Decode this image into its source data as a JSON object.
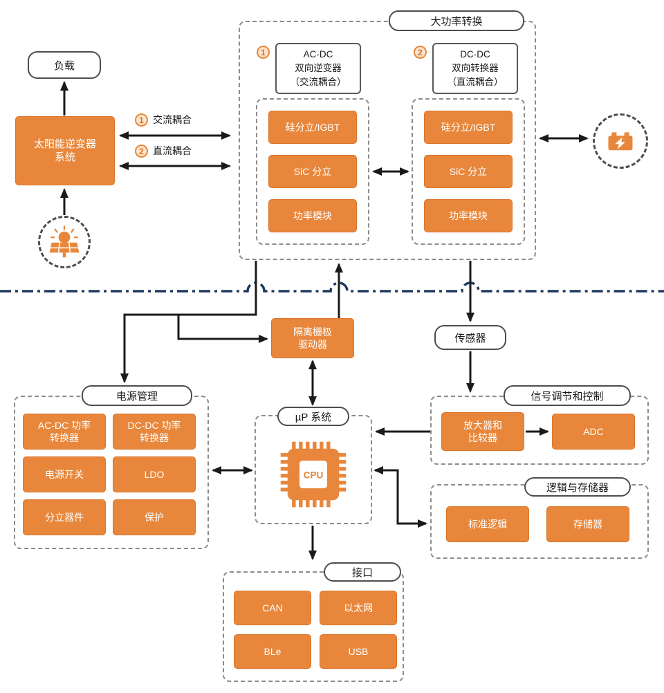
{
  "left": {
    "load": "负载",
    "solar_system": "太阳能逆变器系统",
    "couplings": [
      {
        "num": "1",
        "label": "交流耦合"
      },
      {
        "num": "2",
        "label": "直流耦合"
      }
    ]
  },
  "power": {
    "title": "大功率转换",
    "branches": [
      {
        "num": "1",
        "title_lines": [
          "AC-DC",
          "双向逆变器",
          "（交流耦合）"
        ],
        "items": [
          "硅分立/IGBT",
          "SiC 分立",
          "功率模块"
        ]
      },
      {
        "num": "2",
        "title_lines": [
          "DC-DC",
          "双向转换器",
          "（直流耦合）"
        ],
        "items": [
          "硅分立/IGBT",
          "SiC 分立",
          "功率模块"
        ]
      }
    ]
  },
  "mid": {
    "gate_driver": [
      "隔离栅极",
      "驱动器"
    ],
    "sensor": "传感器"
  },
  "pm": {
    "title": "电源管理",
    "items": [
      [
        "AC-DC 功率",
        "转换器"
      ],
      [
        "DC-DC 功率",
        "转换器"
      ],
      [
        "电源开关"
      ],
      [
        "LDO"
      ],
      [
        "分立器件"
      ],
      [
        "保护"
      ]
    ]
  },
  "mcu": {
    "title": "µP 系统",
    "cpu": "CPU"
  },
  "signal": {
    "title": "信号调节和控制",
    "amp": [
      "放大器和",
      "比较器"
    ],
    "adc": "ADC"
  },
  "logic": {
    "title": "逻辑与存储器",
    "items": [
      "标准逻辑",
      "存储器"
    ]
  },
  "io": {
    "title": "接口",
    "items": [
      "CAN",
      "以太网",
      "BLe",
      "USB"
    ]
  },
  "icons": {
    "solar": "solar-panel",
    "battery": "battery-charge",
    "cpu": "cpu-chip"
  },
  "colors": {
    "orange": "#E8873B",
    "divider": "#1F3A5F",
    "arrow": "#1A1A1A",
    "label_border": "#4D4D4D",
    "dash_border": "#8C8C8C",
    "badge_bg": "#FBE3CC"
  }
}
